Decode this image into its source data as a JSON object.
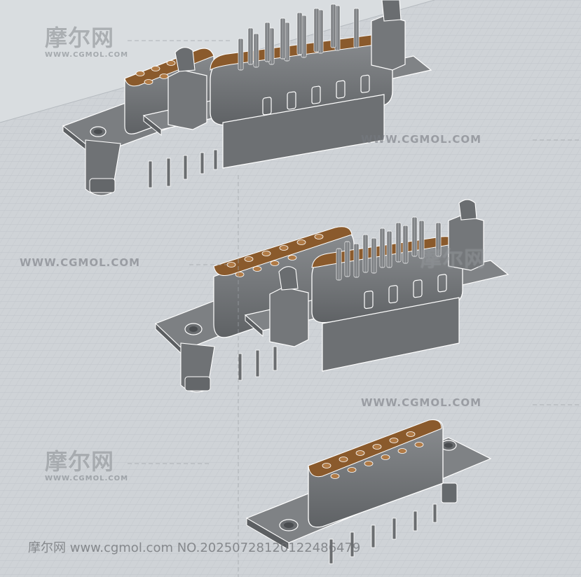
{
  "watermarks": {
    "logo_cn": "摩尔网",
    "logo_en": "WWW.CGMOL.COM",
    "url_1": "WWW.CGMOL.COM",
    "url_2": "WWW.CGMOL.COM",
    "url_3": "WWW.CGMOL.COM",
    "url_4": "WWW.CGMOL.COM"
  },
  "footer": {
    "text": "摩尔网 www.cgmol.com NO.20250728120122486479"
  },
  "colors": {
    "plastic": "#6f7275",
    "plastic_light": "#8c8f92",
    "plastic_dark": "#55585b",
    "insert": "#8b5a2b",
    "insert_hole": "#b07a45",
    "edge": "#ffffff",
    "grid_bg": "#cfd3d7"
  }
}
